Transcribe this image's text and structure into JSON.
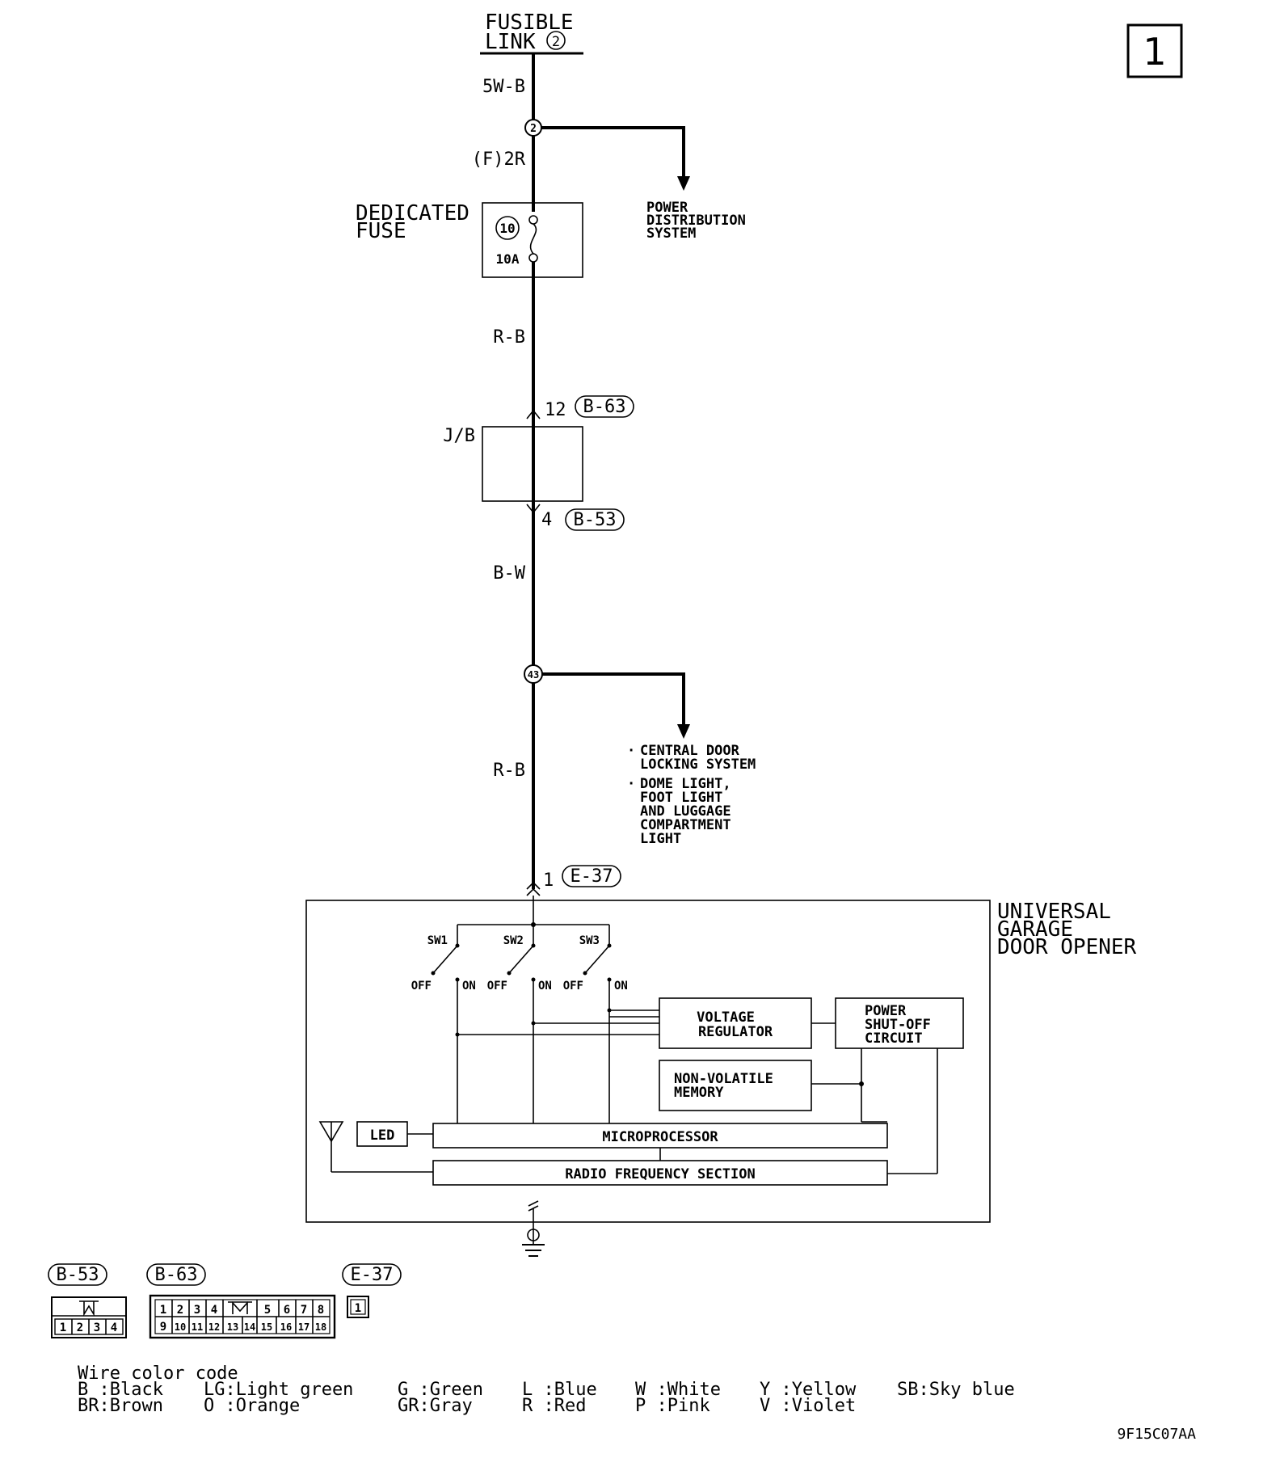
{
  "page_number": "1",
  "fusible_link": {
    "line1": "FUSIBLE",
    "line2": "LINK",
    "num": "2"
  },
  "wires": {
    "w1": "5W-B",
    "w2": "(F)2R",
    "w3": "R-B",
    "w4": "B-W",
    "w5": "R-B"
  },
  "splice_1": "2",
  "splice_2": "43",
  "power_dist": [
    "POWER",
    "DISTRIBUTION",
    "SYSTEM"
  ],
  "dedicated_fuse": {
    "line1": "DEDICATED",
    "line2": "FUSE",
    "num": "10",
    "rating": "10A"
  },
  "jb": {
    "label": "J/B",
    "pin_top": "12",
    "conn_top": "B-63",
    "pin_bottom": "4",
    "conn_bottom": "B-53"
  },
  "branch_2": {
    "item1": [
      "CENTRAL DOOR",
      "LOCKING SYSTEM"
    ],
    "item2": [
      "DOME LIGHT,",
      "FOOT LIGHT",
      "AND LUGGAGE",
      "COMPARTMENT",
      "LIGHT"
    ]
  },
  "e37": {
    "pin": "1",
    "conn": "E-37"
  },
  "module_name": [
    "UNIVERSAL",
    "GARAGE",
    "DOOR OPENER"
  ],
  "switches": [
    {
      "name": "SW1",
      "off": "OFF",
      "on": "ON"
    },
    {
      "name": "SW2",
      "off": "OFF",
      "on": "ON"
    },
    {
      "name": "SW3",
      "off": "OFF",
      "on": "ON"
    }
  ],
  "blocks": {
    "voltage_regulator": [
      "VOLTAGE",
      "REGULATOR"
    ],
    "power_shutoff": [
      "POWER",
      "SHUT-OFF",
      "CIRCUIT"
    ],
    "nonvolatile": [
      "NON-VOLATILE",
      "MEMORY"
    ],
    "led": "LED",
    "microprocessor": "MICROPROCESSOR",
    "rf": "RADIO FREQUENCY SECTION"
  },
  "connectors": {
    "b53": {
      "label": "B-53",
      "pins": [
        "1",
        "2",
        "3",
        "4"
      ]
    },
    "b63": {
      "label": "B-63",
      "row1": [
        "1",
        "2",
        "3",
        "4",
        "",
        "5",
        "6",
        "7",
        "8"
      ],
      "row2": [
        "9",
        "10",
        "11",
        "12",
        "13",
        "14",
        "15",
        "16",
        "17",
        "18"
      ]
    },
    "e37": {
      "label": "E-37",
      "pins": [
        "1"
      ]
    }
  },
  "legend": {
    "title": "Wire color code",
    "row1": [
      "B :Black",
      "LG:Light green",
      "G :Green",
      "L :Blue",
      "W :White",
      "Y :Yellow",
      "SB:Sky blue"
    ],
    "row2": [
      "BR:Brown",
      "O :Orange",
      "GR:Gray",
      "R :Red",
      "P :Pink",
      "V :Violet"
    ]
  },
  "figure_code": "9F15C07AA"
}
